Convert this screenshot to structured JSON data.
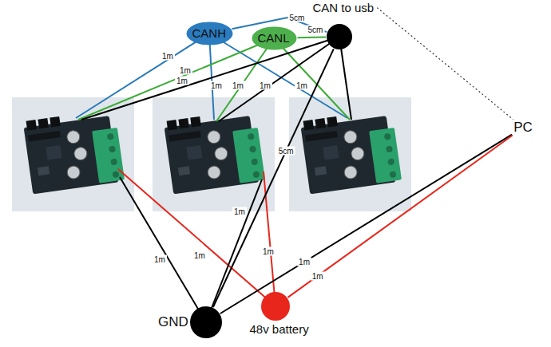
{
  "diagram": {
    "nodes": [
      {
        "text": [
          "CANH"
        ]
      },
      {
        "text": [
          "CANL"
        ]
      },
      {
        "text": [
          "CAN to usb"
        ]
      },
      {
        "text": [
          "PC"
        ]
      },
      {
        "text": [
          "GND"
        ]
      },
      {
        "text": [
          "48v battery"
        ]
      }
    ],
    "edges": [
      {
        "from": 0,
        "to": 2,
        "arrow": "none",
        "label": "5cm"
      },
      {
        "from": 1,
        "to": 2,
        "arrow": "none",
        "label": "5cm"
      },
      {
        "from": 2,
        "to": 4,
        "arrow": "none",
        "label": "5cm"
      },
      {
        "from": 2,
        "to": 3,
        "arrow": "none"
      },
      {
        "from": 3,
        "to": 4,
        "arrow": "none",
        "label": "1m"
      },
      {
        "from": 3,
        "to": 5,
        "arrow": "none",
        "label": "1m"
      }
    ],
    "labels": [
      "1m",
      "1m",
      "1m",
      "1m",
      "1m",
      "1m",
      "1m",
      "1m",
      "1m",
      "1m",
      "1m"
    ]
  }
}
